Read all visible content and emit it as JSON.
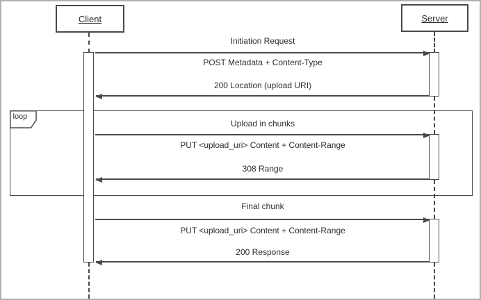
{
  "actors": {
    "client": "Client",
    "server": "Server"
  },
  "loop_fragment": {
    "operator": "loop"
  },
  "sections": [
    {
      "title": "Initiation Request",
      "request": "POST Metadata + Content-Type",
      "response": "200 Location (upload URI)"
    },
    {
      "title": "Upload in chunks",
      "request": "PUT <upload_uri> Content + Content-Range",
      "response": "308 Range"
    },
    {
      "title": "Final chunk",
      "request": "PUT <upload_uri> Content + Content-Range",
      "response": "200 Response"
    }
  ],
  "colors": {
    "line": "#4a4a4a",
    "background": "#ffffff",
    "frame_border": "#b0b0b0",
    "text": "#2e2e2e"
  }
}
